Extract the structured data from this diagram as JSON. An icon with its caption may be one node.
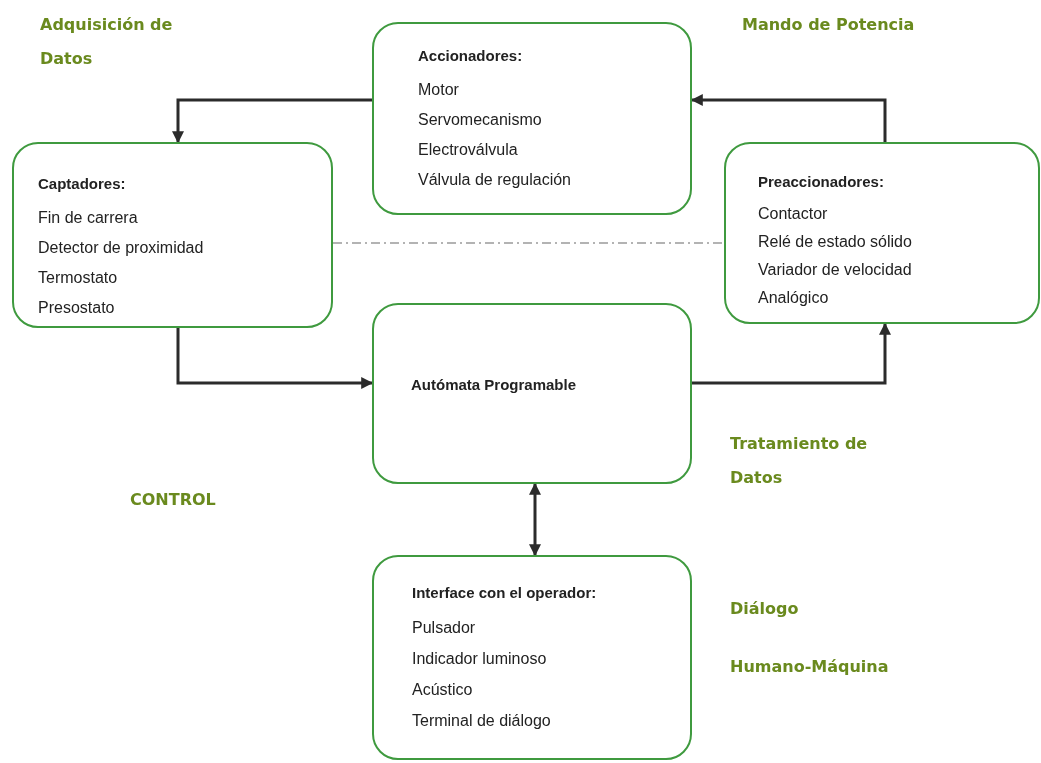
{
  "diagram": {
    "nodes": [
      {
        "text": [
          "Accionadores:",
          "Motor",
          "Servomecanismo",
          "Electroválvula",
          "Válvula de regulación"
        ]
      },
      {
        "text": [
          "Captadores:",
          "Fin de carrera",
          "Detector de proximidad",
          "Termostato",
          "Presostato"
        ]
      },
      {
        "text": [
          "Preaccionadores:",
          "Contactor",
          "Relé de estado sólido",
          "Variador de velocidad",
          "Analógico"
        ]
      },
      {
        "text": [
          "Autómata Programable"
        ]
      },
      {
        "text": [
          "Interface con el operador:",
          "Pulsador",
          "Indicador luminoso",
          "Acústico",
          "Terminal de diálogo"
        ]
      }
    ],
    "edges": [
      {
        "from": 0,
        "to": 1,
        "arrow": "to"
      },
      {
        "from": 2,
        "to": 0,
        "arrow": "to"
      },
      {
        "from": 1,
        "to": 3,
        "arrow": "to"
      },
      {
        "from": 3,
        "to": 2,
        "arrow": "to"
      },
      {
        "from": 3,
        "to": 4,
        "arrow": "both"
      },
      {
        "from": 1,
        "to": 2,
        "arrow": "none",
        "style": "dashed",
        "color": "#9a9a9a"
      }
    ],
    "labels": [
      "Adquisición de Datos",
      "Mando de Potencia",
      "Tratamiento de Datos",
      "CONTROL",
      "Diálogo",
      "Humano-Máquina"
    ]
  }
}
